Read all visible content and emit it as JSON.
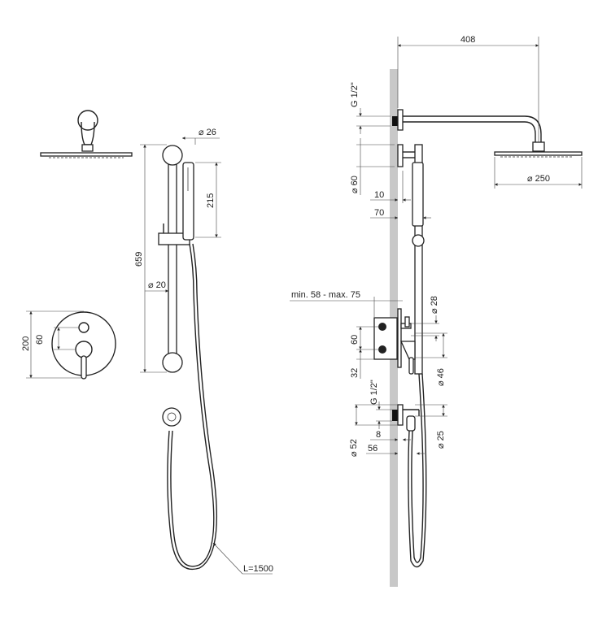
{
  "left_view": {
    "dim_bar_diameter": "⌀ 26",
    "dim_hand_length": "215",
    "dim_rail_length": "659",
    "dim_rail_tube": "⌀ 20",
    "dim_plate": "200",
    "dim_handles": "60",
    "hose_length": "L=1500"
  },
  "right_view": {
    "dim_arm_reach": "408",
    "dim_thread_top": "G 1/2\"",
    "dim_flange": "⌀ 60",
    "dim_head": "⌀ 250",
    "dim_offset_10": "10",
    "dim_offset_70": "70",
    "dim_depth": "min. 58 - max. 75",
    "dim_knob": "⌀ 28",
    "dim_box_60": "60",
    "dim_box_32": "32",
    "dim_lever": "⌀ 46",
    "dim_thread_bottom": "G 1/2\"",
    "dim_outlet_flange": "⌀ 52",
    "dim_outlet": "⌀ 25",
    "dim_offset_8": "8",
    "dim_offset_56": "56"
  },
  "colors": {
    "wall": "#c8c8c8",
    "line": "#222222"
  }
}
